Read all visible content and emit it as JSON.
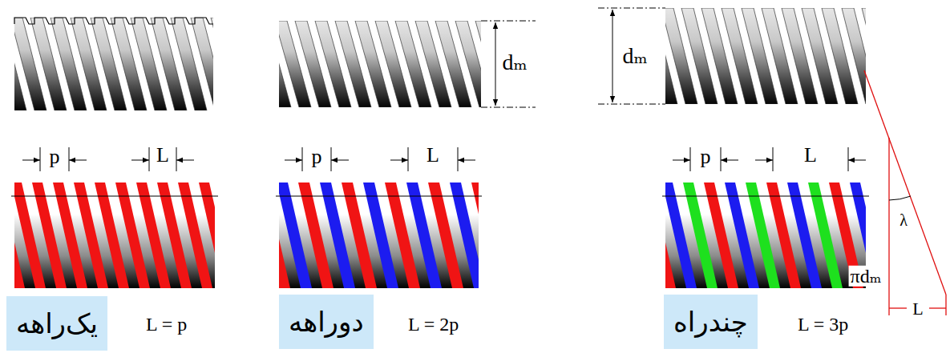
{
  "diagram": {
    "nodes": [
      {
        "text": [
          "یک‌راهه"
        ]
      },
      {
        "text": [
          "دوراهه"
        ]
      },
      {
        "text": [
          "چندراه"
        ]
      }
    ],
    "labels": [
      "dₘ",
      "dₘ",
      "p",
      "L",
      "p",
      "L",
      "p",
      "L",
      "λ",
      "πdₘ",
      "L",
      "L = p",
      "L = 2p",
      "L = 3p"
    ]
  }
}
